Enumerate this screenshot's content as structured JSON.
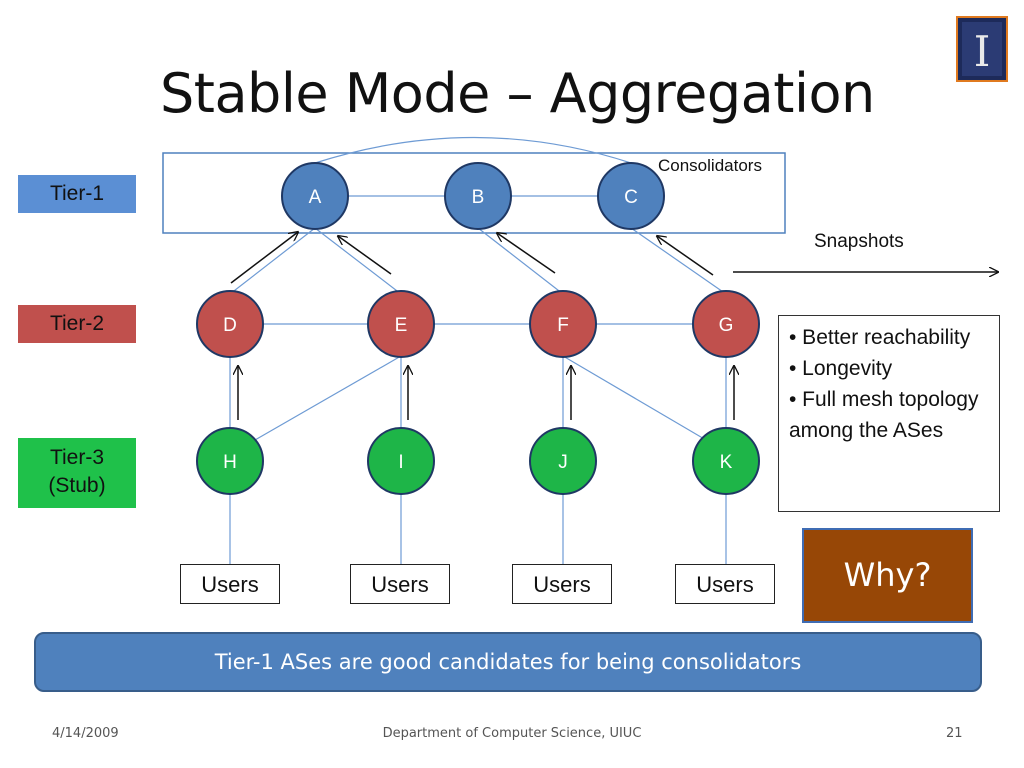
{
  "slide": {
    "title": "Stable Mode – Aggregation",
    "logo_letter": "I"
  },
  "tiers": {
    "tier1": "Tier-1",
    "tier2": "Tier-2",
    "tier3_line1": "Tier-3",
    "tier3_line2": "(Stub)"
  },
  "diagram": {
    "consolidators_label": "Consolidators",
    "snapshots_label": "Snapshots",
    "nodes": {
      "A": "A",
      "B": "B",
      "C": "C",
      "D": "D",
      "E": "E",
      "F": "F",
      "G": "G",
      "H": "H",
      "I": "I",
      "J": "J",
      "K": "K"
    },
    "users": [
      "Users",
      "Users",
      "Users",
      "Users"
    ],
    "colors": {
      "tier1": "#4f81bd",
      "tier2": "#c0504d",
      "tier3": "#1eb548",
      "edge": "#6e9bd4"
    }
  },
  "bullets": [
    "• Better reachability",
    "• Longevity",
    "• Full mesh topology among the ASes"
  ],
  "why_label": "Why?",
  "banner_text": "Tier-1 ASes are good candidates for being consolidators",
  "footer": {
    "date": "4/14/2009",
    "center": "Department of Computer Science, UIUC",
    "page": "21"
  }
}
